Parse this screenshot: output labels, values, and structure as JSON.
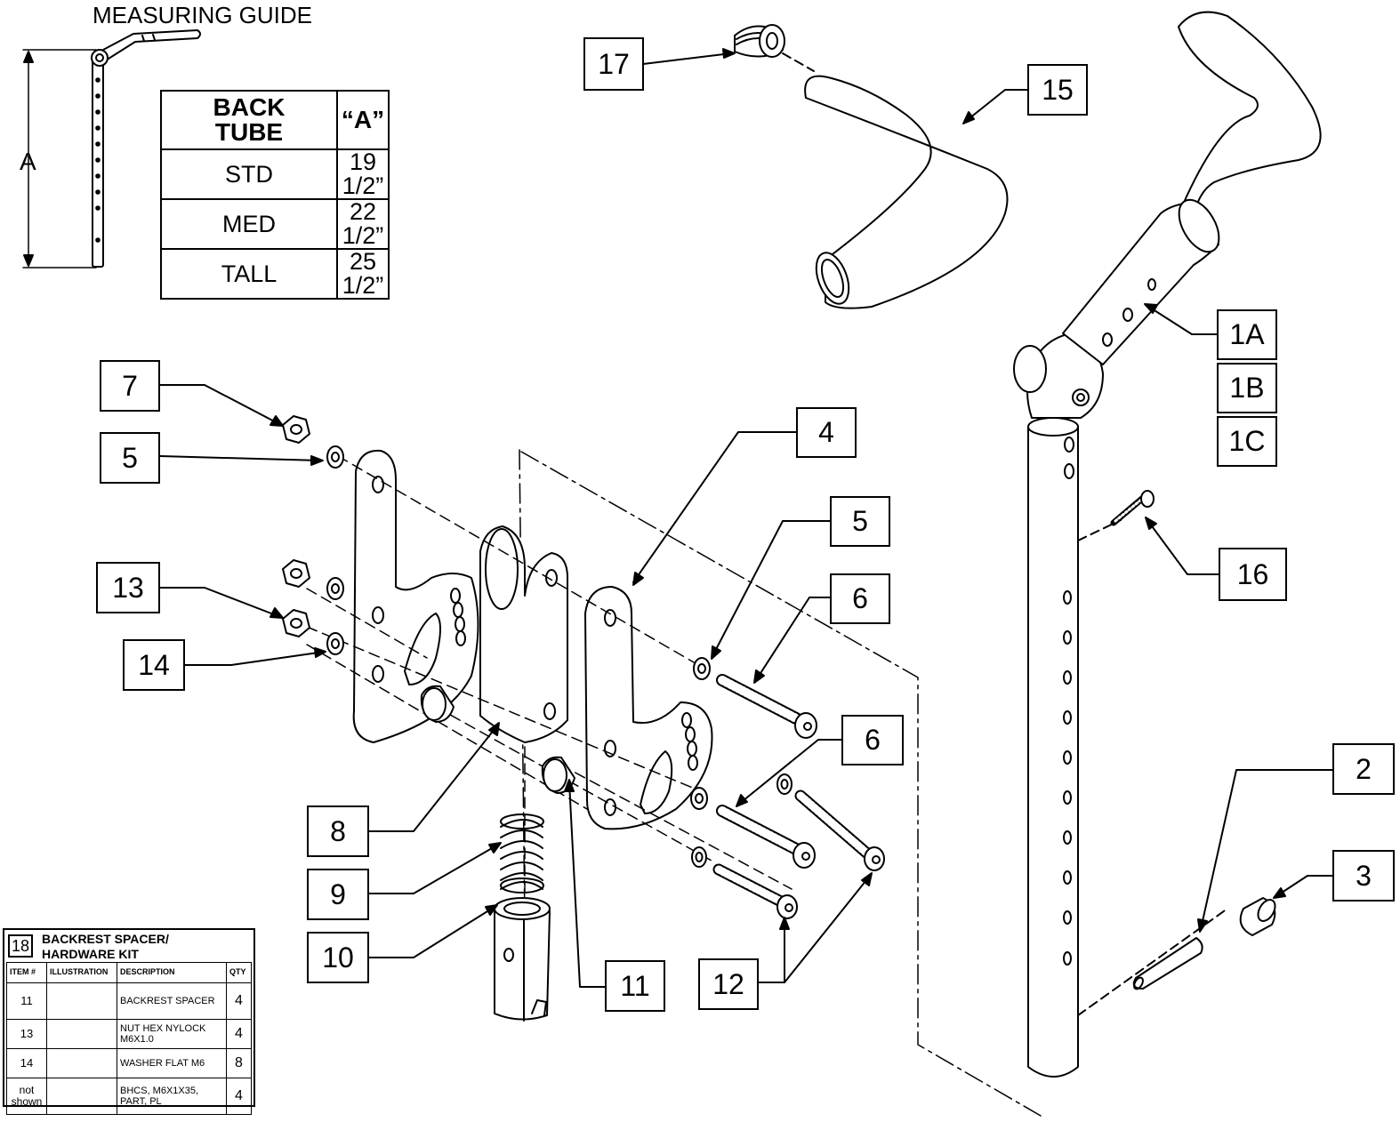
{
  "measuring_guide": {
    "title": "MEASURING GUIDE",
    "dimension_label": "A",
    "table": {
      "headers": [
        "BACK TUBE",
        "“A”"
      ],
      "rows": [
        {
          "tube": "STD",
          "a": "19 1/2”"
        },
        {
          "tube": "MED",
          "a": "22 1/2”"
        },
        {
          "tube": "TALL",
          "a": "25 1/2”"
        }
      ]
    }
  },
  "callouts": {
    "c1A": "1A",
    "c1B": "1B",
    "c1C": "1C",
    "c2": "2",
    "c3": "3",
    "c4": "4",
    "c5a": "5",
    "c5b": "5",
    "c6a": "6",
    "c6b": "6",
    "c7": "7",
    "c8": "8",
    "c9": "9",
    "c10": "10",
    "c11": "11",
    "c12": "12",
    "c13": "13",
    "c14": "14",
    "c15": "15",
    "c16": "16",
    "c17": "17"
  },
  "hardware_kit": {
    "item": "18",
    "title": "BACKREST SPACER/ HARDWARE KIT",
    "headers": {
      "item": "ITEM #",
      "illustration": "ILLUSTRATION",
      "description": "DESCRIPTION",
      "qty": "QTY"
    },
    "rows": [
      {
        "item": "11",
        "illustration": "spacer-icon",
        "description": "BACKREST SPACER",
        "qty": "4"
      },
      {
        "item": "13",
        "illustration": "hex-nut-icon",
        "description": "NUT HEX NYLOCK M6X1.0",
        "qty": "4"
      },
      {
        "item": "14",
        "illustration": "flat-washer-icon",
        "description": "WASHER FLAT M6",
        "qty": "8"
      },
      {
        "item": "not shown",
        "illustration": "bolt-icon",
        "description": "BHCS, M6X1X35, PART, PL",
        "qty": "4"
      }
    ]
  },
  "colors": {
    "line": "#000000",
    "background": "#ffffff",
    "shade": "#e6e6e6"
  }
}
